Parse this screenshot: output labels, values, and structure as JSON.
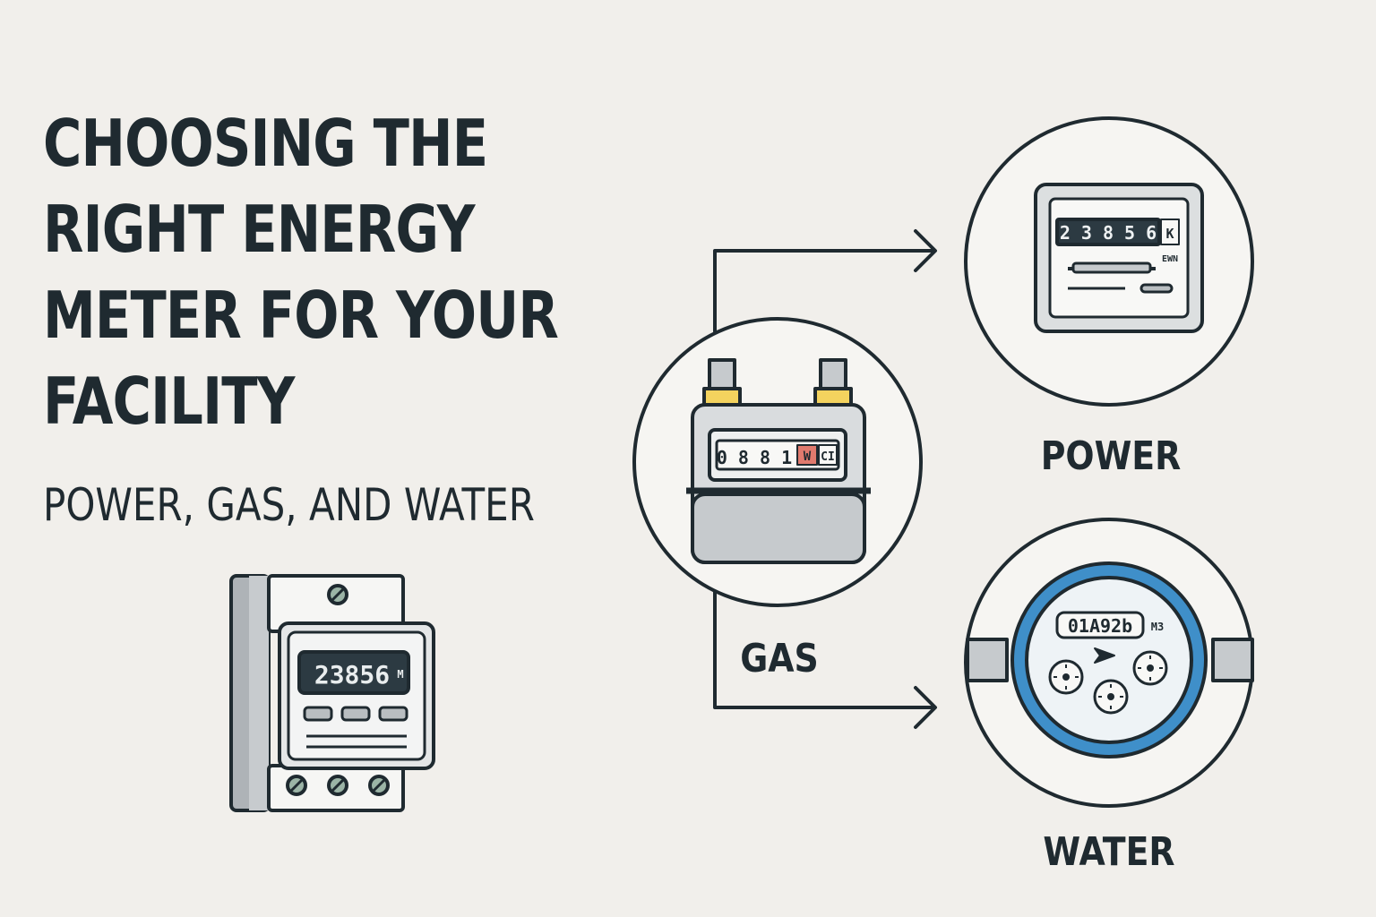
{
  "title_lines": [
    "CHOOSING THE",
    "RIGHT ENERGY",
    "METER FOR YOUR",
    "FACILITY"
  ],
  "subtitle": "POWER, GAS, AND WATER",
  "din_meter": {
    "reading": "23856",
    "unit": "M"
  },
  "gas": {
    "label": "GAS",
    "reading_digits": "0 8 8 1",
    "red_digit": "W",
    "unit": "CI"
  },
  "power": {
    "label": "POWER",
    "reading": "2 3 8 5 6",
    "unit": "K",
    "unit_sub": "EWN"
  },
  "water": {
    "label": "WATER",
    "reading": "01A92b",
    "unit": "M3"
  },
  "colors": {
    "ink": "#1f2a30",
    "background": "#f1efeb",
    "meter_gray": "#c6cacd",
    "water_blue": "#3f8fc9",
    "gas_yellow": "#f4d35e",
    "gas_red": "#e07a6e"
  },
  "icons": [
    "din-rail-energy-meter-icon",
    "gas-meter-icon",
    "electric-meter-icon",
    "water-meter-icon",
    "arrow-right-icon"
  ]
}
